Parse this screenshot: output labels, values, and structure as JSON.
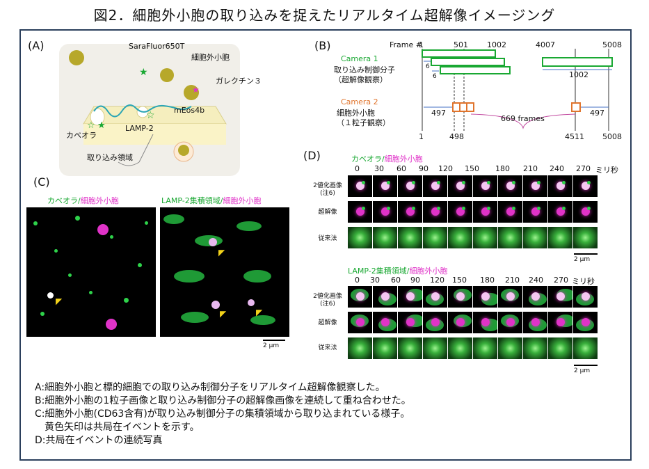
{
  "title": "図2．細胞外小胞の取り込みを捉えたリアルタイム超解像イメージング",
  "panelA": {
    "label": "(A)",
    "saraflour": "SaraFluor650T",
    "ev": "細胞外小胞",
    "galectin": "ガレクチン３",
    "meos": "mEos4b",
    "lamp": "LAMP-2",
    "caveola": "カベオラ",
    "uptake": "取り込み領域"
  },
  "panelB": {
    "label": "(B)",
    "frame": "Frame #",
    "frame_ticks_top": [
      "1",
      "501",
      "1002",
      "4007",
      "5008"
    ],
    "camera1": "Camera 1",
    "camera1_desc1": "取り込み制御分子",
    "camera1_desc2": "（超解像観察）",
    "camera2": "Camera 2",
    "camera2_desc1": "細胞外小胞",
    "camera2_desc2": "（１粒子観察）",
    "six_a": "6",
    "six_b": "6",
    "dur_1002": "1002",
    "dur_497a": "497",
    "dur_497b": "497",
    "frames669": "669 frames",
    "frame_ticks_bottom": [
      "1",
      "498",
      "4511",
      "5008"
    ]
  },
  "panelC": {
    "label": "(C)",
    "left_title_green": "カベオラ/",
    "left_title_mag": "細胞外小胞",
    "right_title_green": "LAMP-2集積領域/",
    "right_title_mag": "細胞外小胞",
    "scale": "2 μm"
  },
  "panelD": {
    "label": "(D)",
    "top_title_green": "カベオラ/",
    "top_title_mag": "細胞外小胞",
    "bottom_title_green": "LAMP-2集積領域/",
    "bottom_title_mag": "細胞外小胞",
    "times": [
      "0",
      "30",
      "60",
      "90",
      "120",
      "150",
      "180",
      "210",
      "240",
      "270"
    ],
    "unit": "ミリ秒",
    "row_binary1": "2値化画像",
    "row_binary2": "(注6)",
    "row_super": "超解像",
    "row_conv": "従来法",
    "scale": "2 μm"
  },
  "captions": [
    "A:細胞外小胞と標的細胞での取り込み制御分子をリアルタイム超解像観察した。",
    "B:細胞外小胞の1粒子画像と取り込み制御分子の超解像画像を連続して重ね合わせた。",
    "C:細胞外小胞(CD63含有)が取り込み制御分子の集積領域から取り込まれている様子。",
    "　黄色矢印は共局在イベントを示す。",
    "D:共局在イベントの連続写真"
  ],
  "colors": {
    "green": "#19a832",
    "magenta": "#e033c8",
    "orange": "#e0742c",
    "frame": "#2b3f5c"
  }
}
